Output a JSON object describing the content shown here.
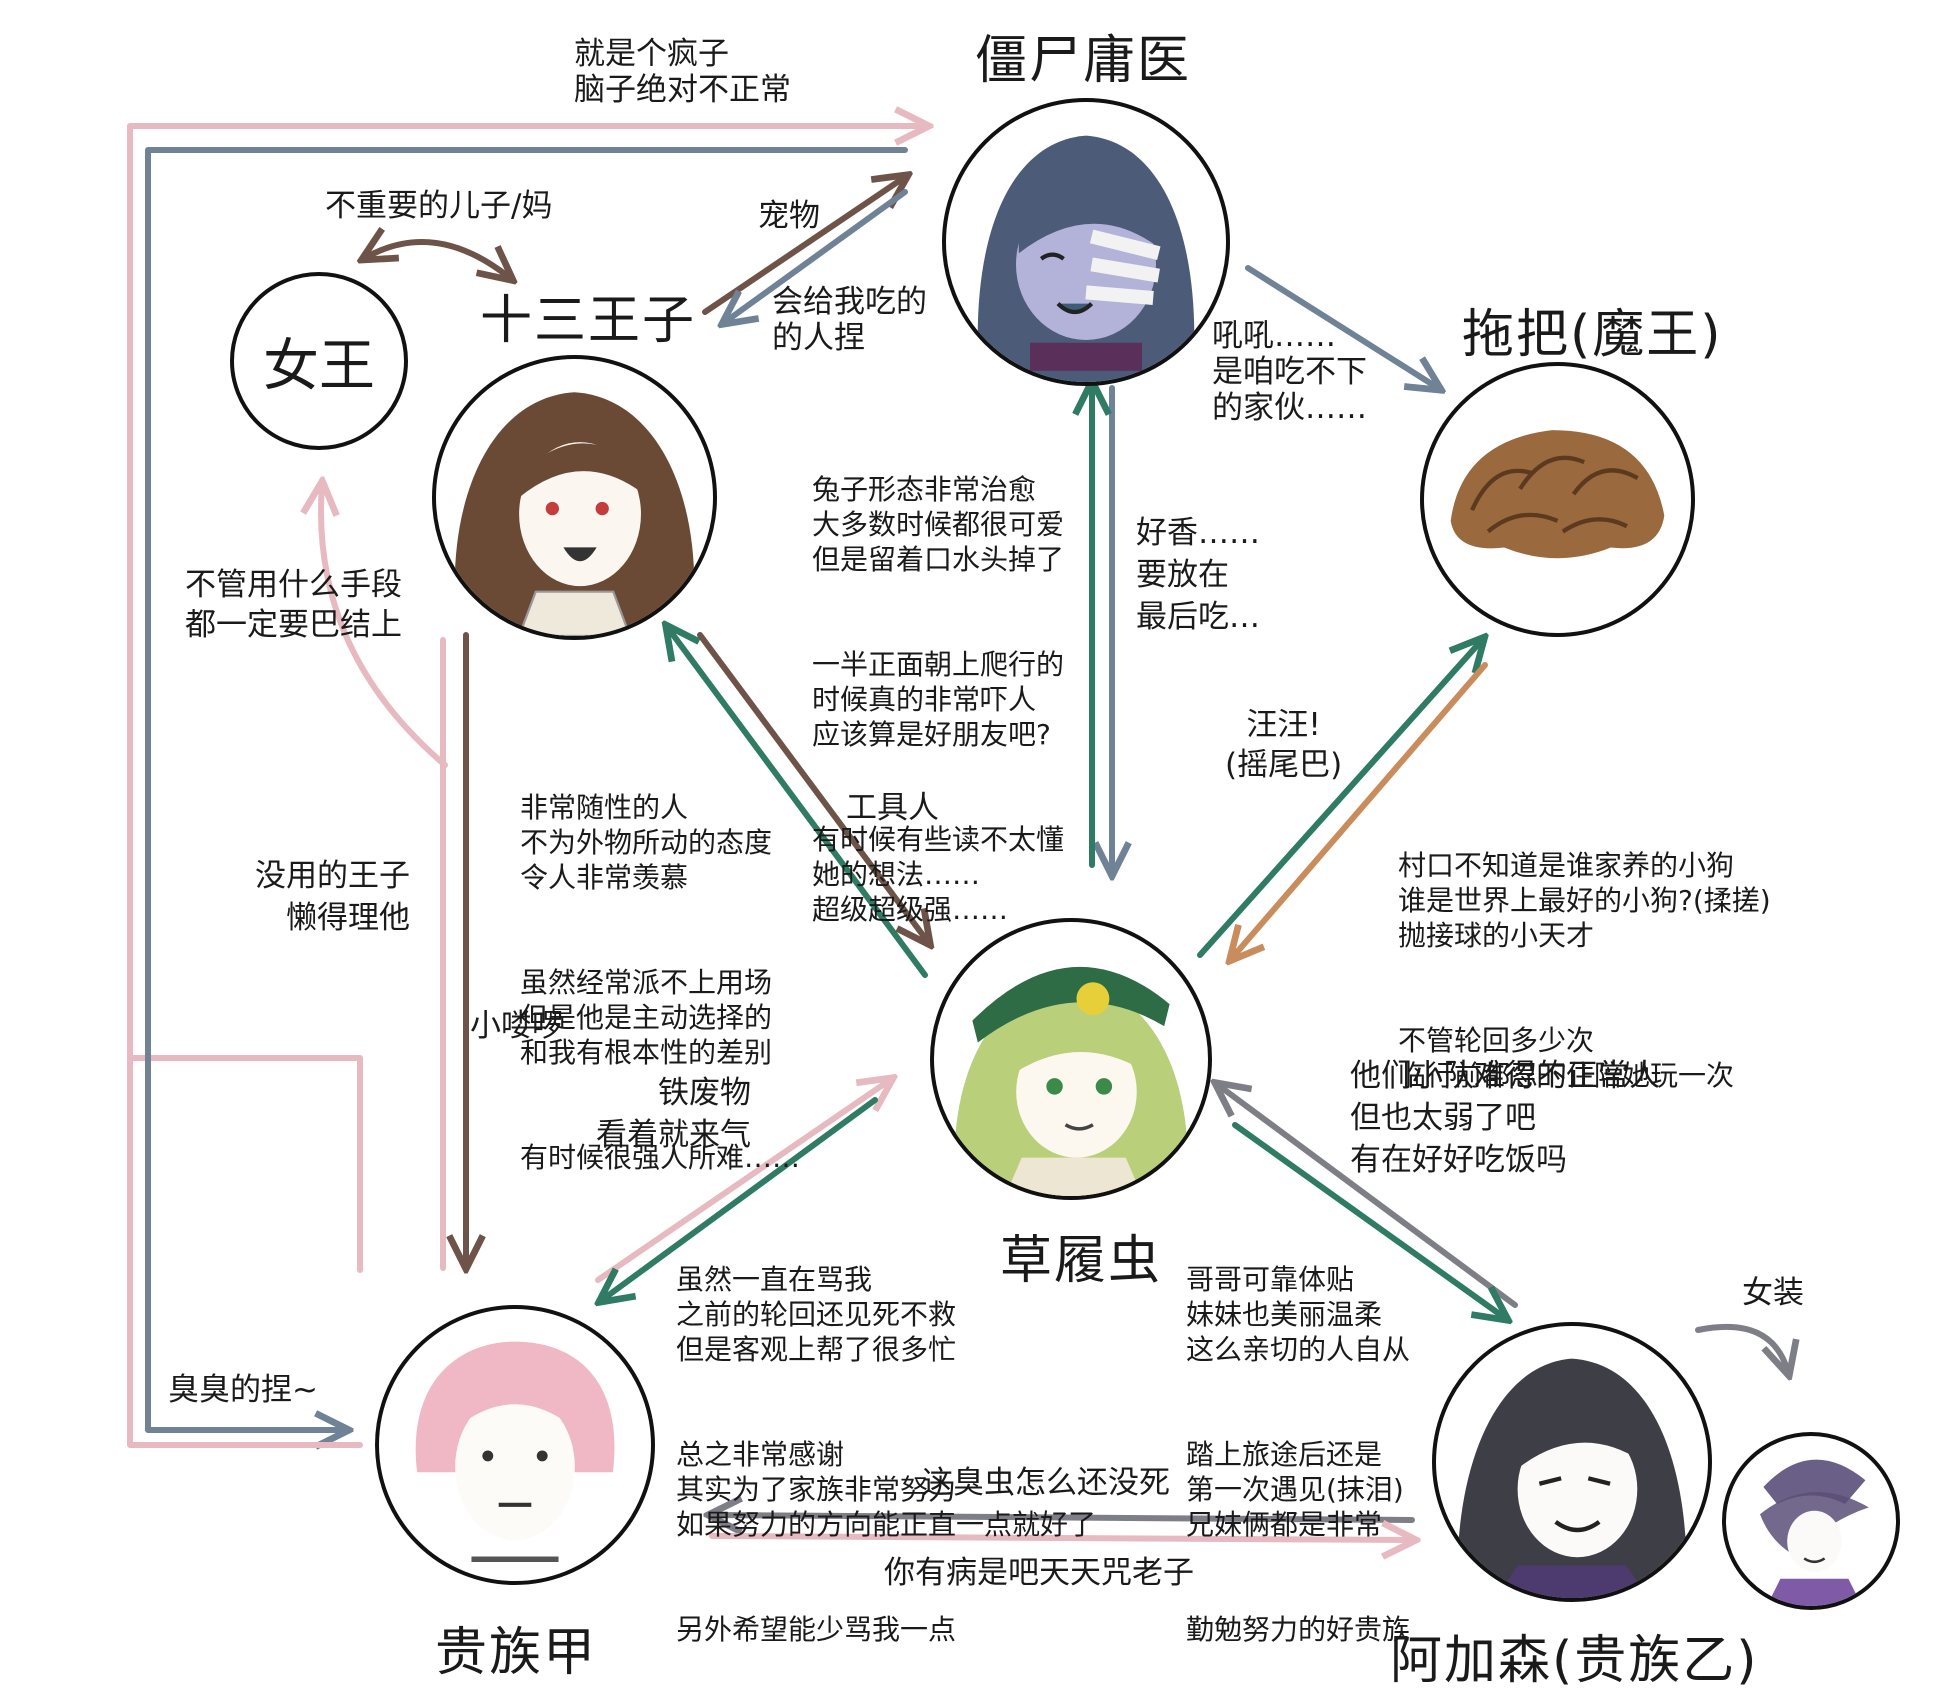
{
  "characters": {
    "zombie_doctor": "僵尸庸医",
    "prince13": "十三王子",
    "queen": "女王",
    "mop": "拖把(魔王)",
    "zouchong": "草履虫",
    "noble_a": "贵族甲",
    "ajiasen": "阿加森(贵族乙)",
    "crossdress": "女装"
  },
  "links": {
    "nobleA_to_doctor": [
      "就是个疯子",
      "脑子绝对不正常"
    ],
    "prince_mother": "不重要的儿子/妈",
    "pet": "宠物",
    "feeds_me": [
      "会给我吃的",
      "的人捏"
    ],
    "doctor_to_mop": [
      "吼吼……",
      "是咱吃不下",
      "的家伙……"
    ],
    "doctor_to_zc": [
      "兔子形态非常治愈",
      "大多数时候都很可爱",
      "但是留着口水头掉了",
      "一半正面朝上爬行的",
      "时候真的非常吓人",
      "应该算是好朋友吧?",
      "有时候有些读不太懂",
      "她的想法……",
      "超级超级强……"
    ],
    "zc_to_doctor": [
      "好香……",
      "要放在",
      "最后吃…"
    ],
    "nobleA_to_queen": [
      "不管用什么手段",
      "都一定要巴结上"
    ],
    "zc_to_prince": [
      "非常随性的人",
      "不为外物所动的态度",
      "令人非常羡慕",
      "虽然经常派不上用场",
      "但是他是主动选择的",
      "和我有根本性的差别",
      "有时候很强人所难……"
    ],
    "tool_person": "工具人",
    "mop_to_zc": [
      "汪汪!",
      "(摇尾巴)"
    ],
    "zc_to_mop": [
      "村口不知道是谁家养的小狗",
      "谁是世界上最好的小狗?(揉搓)",
      "抛接球的小天才",
      "不管轮回多少次",
      "临行前都忍不住陪她玩一次"
    ],
    "nobleA_to_prince": [
      "没用的王子",
      "懒得理他"
    ],
    "minion": "小喽啰",
    "nobleA_to_zc": [
      "铁废物",
      "看着就来气"
    ],
    "zc_to_nobleA": [
      "虽然一直在骂我",
      "之前的轮回还见死不救",
      "但是客观上帮了很多忙",
      "总之非常感谢",
      "其实为了家族非常努力",
      "如果努力的方向能正直一点就好了",
      "另外希望能少骂我一点"
    ],
    "ajiasen_to_zc": [
      "他们小队难得的正常人",
      "但也太弱了吧",
      "有在好好吃饭吗"
    ],
    "zc_to_ajiasen": [
      "哥哥可靠体贴",
      "妹妹也美丽温柔",
      "这么亲切的人自从",
      "踏上旅途后还是",
      "第一次遇见(抹泪)",
      "兄妹俩都是非常",
      "勤勉努力的好贵族"
    ],
    "doctor_to_nobleA": "臭臭的捏~",
    "ajiasen_to_nobleA": "这臭虫怎么还没死",
    "nobleA_to_ajiasen": "你有病是吧天天咒老子"
  },
  "colors": {
    "pink": "#e7b9c1",
    "slate": "#6f8296",
    "brown": "#6e5448",
    "green": "#2f7b64",
    "orange": "#c98c5c",
    "grey": "#7e7e86"
  },
  "icons": [
    "portrait-zombie-doctor",
    "portrait-prince13",
    "portrait-mop",
    "portrait-zouchong",
    "portrait-noble-a",
    "portrait-ajiasen",
    "portrait-crossdress"
  ]
}
